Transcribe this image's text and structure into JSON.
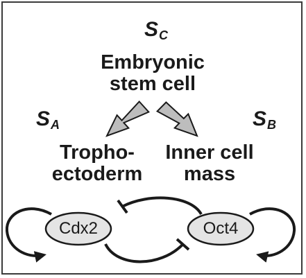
{
  "states": {
    "c": {
      "symbol": "S",
      "subscript": "C"
    },
    "a": {
      "symbol": "S",
      "subscript": "A"
    },
    "b": {
      "symbol": "S",
      "subscript": "B"
    }
  },
  "labels": {
    "top_line1": "Embryonic",
    "top_line2": "stem cell",
    "left_line1": "Tropho-",
    "left_line2": "ectoderm",
    "right_line1": "Inner cell",
    "right_line2": "mass"
  },
  "nodes": {
    "left": "Cdx2",
    "right": "Oct4"
  },
  "colors": {
    "node_fill": "#e4e4e4",
    "arrow_fill": "#bdbdbd",
    "stroke": "#1a1a1a"
  }
}
